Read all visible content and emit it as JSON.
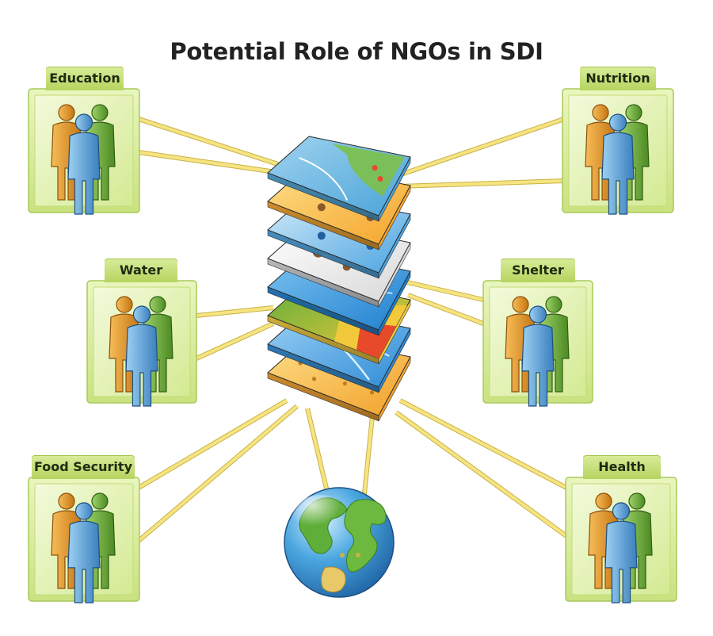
{
  "title": "Potential Role of NGOs in SDI",
  "colors": {
    "box_light": "#e4f3b3",
    "box_mid": "#c7e27c",
    "box_dark": "#a9c95a",
    "connector": "#f4e27c",
    "connector_edge": "#c9b24a",
    "person_orange": "#e69b2e",
    "person_blue": "#5a9fd4",
    "person_green": "#6aa83a"
  },
  "groups": [
    {
      "id": "education",
      "label": "Education"
    },
    {
      "id": "nutrition",
      "label": "Nutrition"
    },
    {
      "id": "water",
      "label": "Water"
    },
    {
      "id": "shelter",
      "label": "Shelter"
    },
    {
      "id": "food-security",
      "label": "Food Security"
    },
    {
      "id": "health",
      "label": "Health"
    }
  ],
  "layers": [
    {
      "id": "terrain",
      "colors": [
        "#9fd3ef",
        "#4aa3d8",
        "#7cc04a"
      ]
    },
    {
      "id": "routes-orange",
      "colors": [
        "#fde08a",
        "#f5a32a",
        "#8b5a2b"
      ]
    },
    {
      "id": "routes-blue",
      "colors": [
        "#d6ecfa",
        "#4aa3e0",
        "#1f5fa0"
      ]
    },
    {
      "id": "points-white",
      "colors": [
        "#ffffff",
        "#d8d8d8",
        "#8b5a2b"
      ]
    },
    {
      "id": "water-blue",
      "colors": [
        "#7fc5f0",
        "#1e7fcf",
        "#1a5f9f"
      ]
    },
    {
      "id": "landcover",
      "colors": [
        "#5fae3a",
        "#f3c93b",
        "#e7492b"
      ]
    },
    {
      "id": "rivers-blue",
      "colors": [
        "#9fd3f5",
        "#2d8ad6",
        "#1e6bb0"
      ]
    },
    {
      "id": "sites-orange",
      "colors": [
        "#fde08a",
        "#f3a02a",
        "#c17a1e"
      ]
    }
  ]
}
